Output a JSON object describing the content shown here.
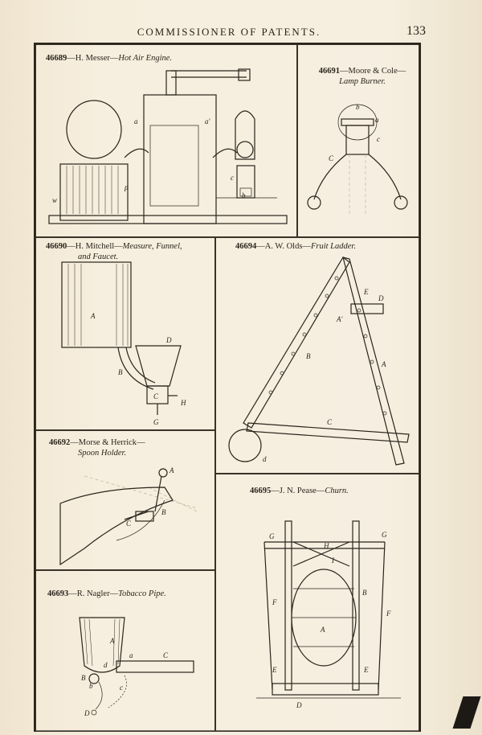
{
  "header": {
    "title": "COMMISSIONER OF PATENTS.",
    "page_number": "133"
  },
  "entries": [
    {
      "number": "46689",
      "inventor": "H. Messer",
      "name": "Hot Air Engine.",
      "labels": [
        "a",
        "a'",
        "p",
        "c",
        "b",
        "w"
      ]
    },
    {
      "number": "46691",
      "inventor": "Moore & Cole",
      "name": "Lamp Burner.",
      "labels": [
        "b",
        "a",
        "c",
        "C"
      ]
    },
    {
      "number": "46690",
      "inventor": "H. Mitchell",
      "name_line1": "Measure, Funnel,",
      "name_line2": "and Faucet.",
      "labels": [
        "A",
        "D",
        "B",
        "C",
        "H",
        "G"
      ]
    },
    {
      "number": "46694",
      "inventor": "A. W. Olds",
      "name": "Fruit Ladder.",
      "labels": [
        "E",
        "D",
        "A'",
        "B",
        "A",
        "C",
        "d"
      ]
    },
    {
      "number": "46692",
      "inventor": "Morse & Herrick",
      "name": "Spoon Holder.",
      "labels": [
        "A",
        "B",
        "C"
      ]
    },
    {
      "number": "46695",
      "inventor": "J. N. Pease",
      "name": "Churn.",
      "labels": [
        "G",
        "H",
        "G",
        "I",
        "F",
        "B",
        "F",
        "A",
        "E",
        "E",
        "D"
      ]
    },
    {
      "number": "46693",
      "inventor": "R. Nagler",
      "name": "Tobacco Pipe.",
      "labels": [
        "A",
        "a",
        "C",
        "d",
        "B",
        "b",
        "c",
        "D"
      ]
    }
  ]
}
